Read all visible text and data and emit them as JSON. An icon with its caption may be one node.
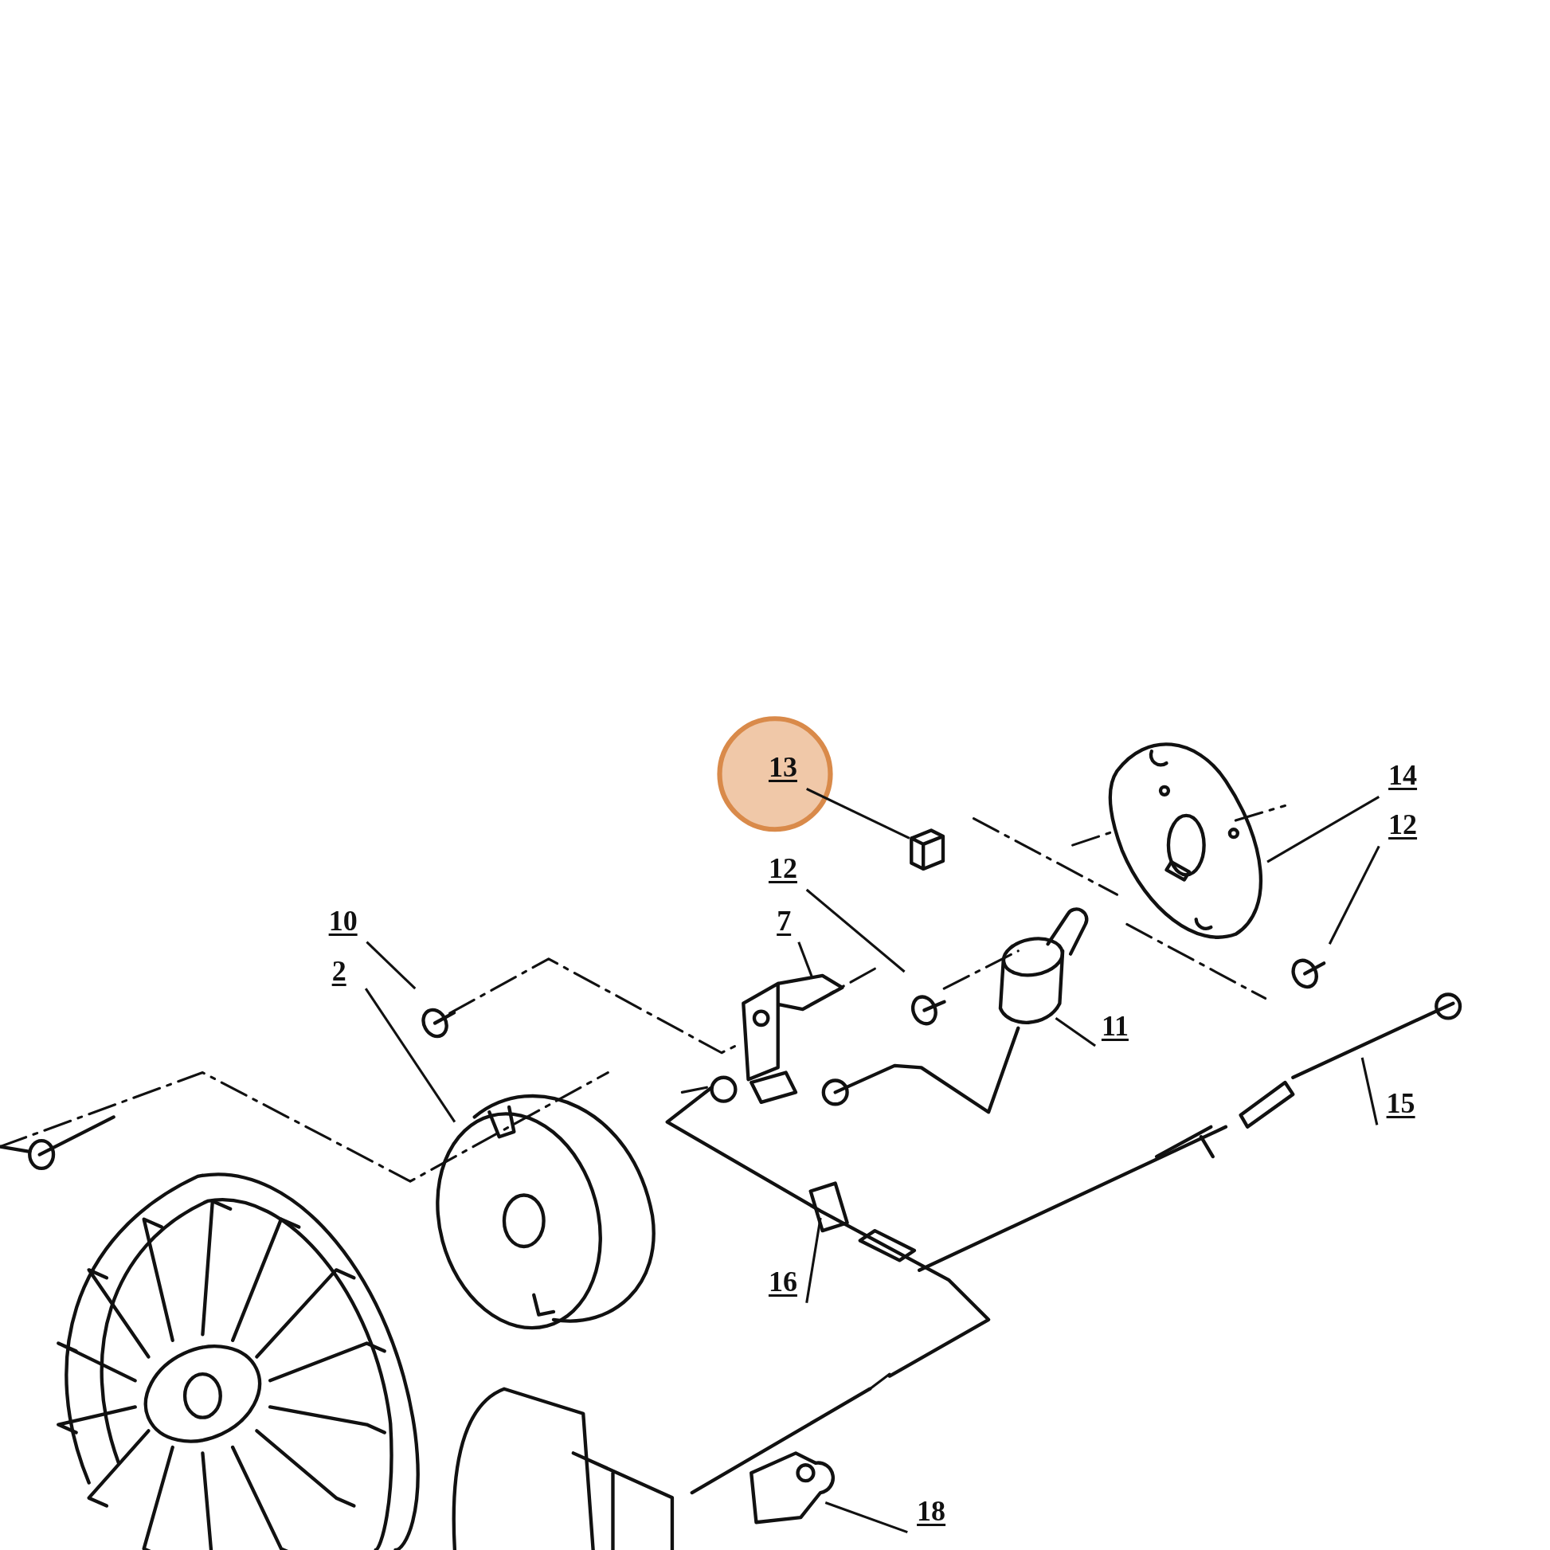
{
  "diagram": {
    "nodes": [
      {
        "text": [
          "13"
        ]
      },
      {
        "text": [
          "14"
        ]
      },
      {
        "text": [
          "12"
        ]
      },
      {
        "text": [
          "12"
        ]
      },
      {
        "text": [
          "7"
        ]
      },
      {
        "text": [
          "10"
        ]
      },
      {
        "text": [
          "2"
        ]
      },
      {
        "text": [
          "11"
        ]
      },
      {
        "text": [
          "15"
        ]
      },
      {
        "text": [
          "16"
        ]
      },
      {
        "text": [
          "18"
        ]
      }
    ],
    "edges": [
      {
        "from": 0,
        "to": null,
        "arrow": "none"
      },
      {
        "from": 1,
        "to": null,
        "arrow": "none"
      },
      {
        "from": 2,
        "to": null,
        "arrow": "none"
      },
      {
        "from": 3,
        "to": null,
        "arrow": "none"
      },
      {
        "from": 4,
        "to": null,
        "arrow": "none"
      },
      {
        "from": 5,
        "to": null,
        "arrow": "none"
      },
      {
        "from": 6,
        "to": null,
        "arrow": "none"
      },
      {
        "from": 7,
        "to": null,
        "arrow": "none"
      },
      {
        "from": 8,
        "to": null,
        "arrow": "none"
      },
      {
        "from": 9,
        "to": null,
        "arrow": "none"
      },
      {
        "from": 10,
        "to": null,
        "arrow": "none"
      }
    ]
  }
}
